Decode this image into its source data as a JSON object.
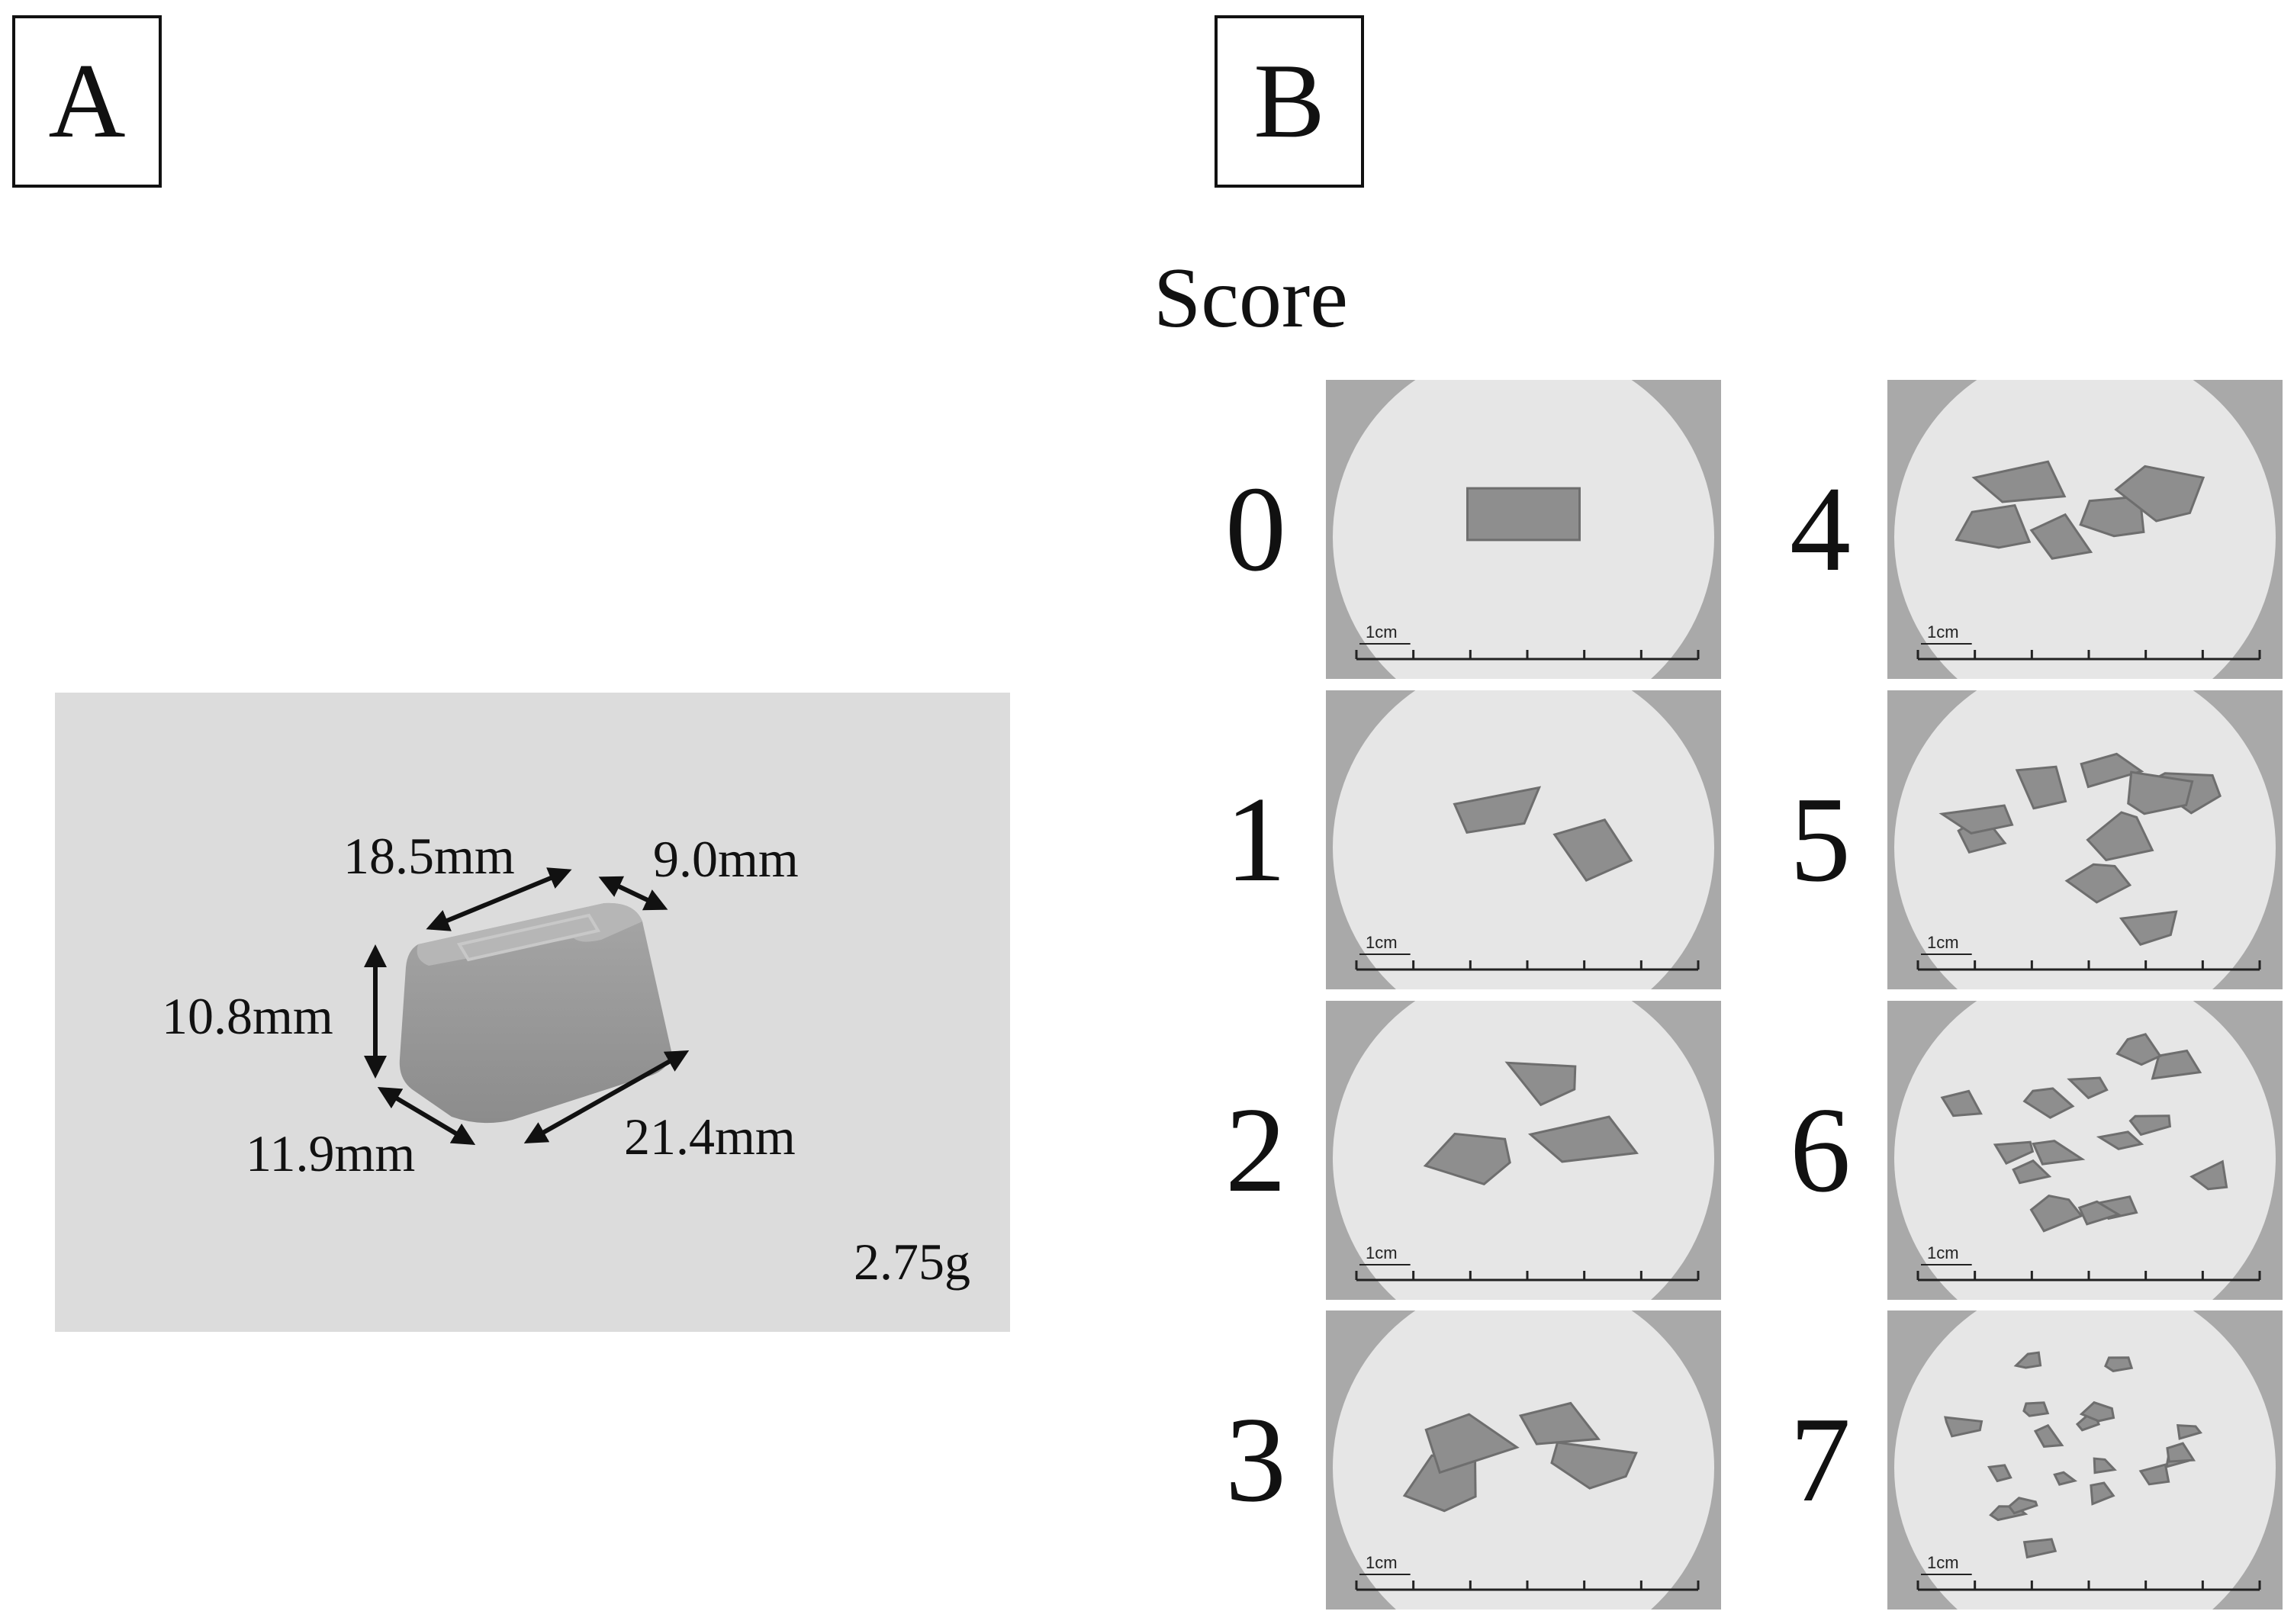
{
  "panel_a": {
    "label": "A",
    "dimensions": {
      "length_top": "18.5mm",
      "depth_top": "9.0mm",
      "height": "10.8mm",
      "depth_bottom": "11.9mm",
      "length_bottom": "21.4mm"
    },
    "weight": "2.75g"
  },
  "panel_b": {
    "label": "B",
    "title": "Score",
    "scale_label": "1cm",
    "scores": [
      {
        "score": "0",
        "fragments": 1
      },
      {
        "score": "1",
        "fragments": 2
      },
      {
        "score": "2",
        "fragments": 3
      },
      {
        "score": "3",
        "fragments": 4
      },
      {
        "score": "4",
        "fragments": 5
      },
      {
        "score": "5",
        "fragments": 9
      },
      {
        "score": "6",
        "fragments": 14
      },
      {
        "score": "7",
        "fragments": 18
      }
    ]
  },
  "colors": {
    "background": "#ffffff",
    "ink": "#111111",
    "photo_background": "#dcdcdc",
    "dish": "#e6e6e6",
    "gel": "#8e8e8e"
  }
}
